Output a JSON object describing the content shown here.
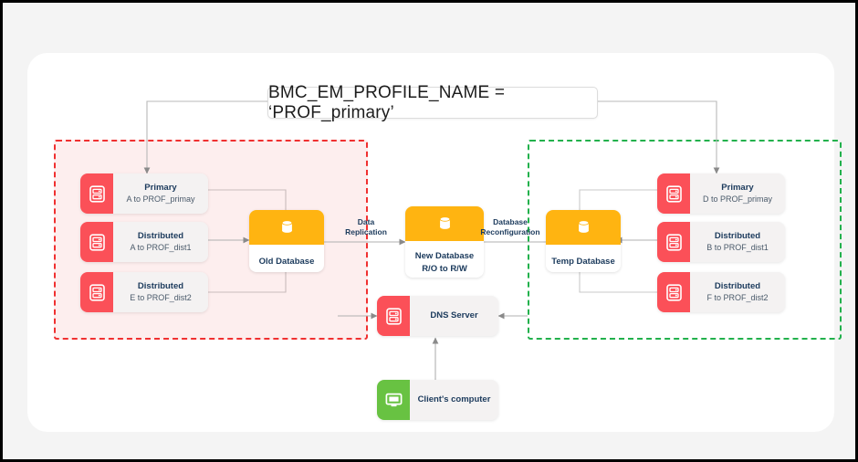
{
  "diagram": {
    "title": "BMC_EM_PROFILE_NAME = ‘PROF_primary’",
    "colors": {
      "source_group_border": "#f03030",
      "source_group_fill": "#fdeeee",
      "target_group_border": "#22b14c",
      "server_badge": "#fb5058",
      "client_badge": "#68c242",
      "database_header": "#ffb411",
      "node_text": "#1b3a5c",
      "canvas": "#ffffff",
      "page": "#f4f4f4"
    },
    "source_cluster": {
      "name": "source-cluster",
      "nodes": [
        {
          "icon": "server-icon",
          "title": "Primary",
          "subtitle": "A to PROF_primay"
        },
        {
          "icon": "server-icon",
          "title": "Distributed",
          "subtitle": "A to PROF_dist1"
        },
        {
          "icon": "server-icon",
          "title": "Distributed",
          "subtitle": "E to PROF_dist2"
        }
      ]
    },
    "target_cluster": {
      "name": "target-cluster",
      "nodes": [
        {
          "icon": "server-icon",
          "title": "Primary",
          "subtitle": "D to PROF_primay"
        },
        {
          "icon": "server-icon",
          "title": "Distributed",
          "subtitle": "B to PROF_dist1"
        },
        {
          "icon": "server-icon",
          "title": "Distributed",
          "subtitle": "F to PROF_dist2"
        }
      ]
    },
    "databases": {
      "old": {
        "icon": "database-icon",
        "label_line1": "Old Database",
        "label_line2": ""
      },
      "new": {
        "icon": "database-icon",
        "label_line1": "New Database",
        "label_line2": "R/O to R/W"
      },
      "temp": {
        "icon": "database-icon",
        "label_line1": "Temp Database",
        "label_line2": ""
      }
    },
    "edges": {
      "data_replication": {
        "line1": "Data",
        "line2": "Replication"
      },
      "database_reconfiguration": {
        "line1": "Database",
        "line2": "Reconfiguration"
      }
    },
    "infrastructure": {
      "dns": {
        "icon": "server-icon",
        "label": "DNS Server"
      },
      "client": {
        "icon": "monitor-icon",
        "label": "Client's computer"
      }
    }
  }
}
